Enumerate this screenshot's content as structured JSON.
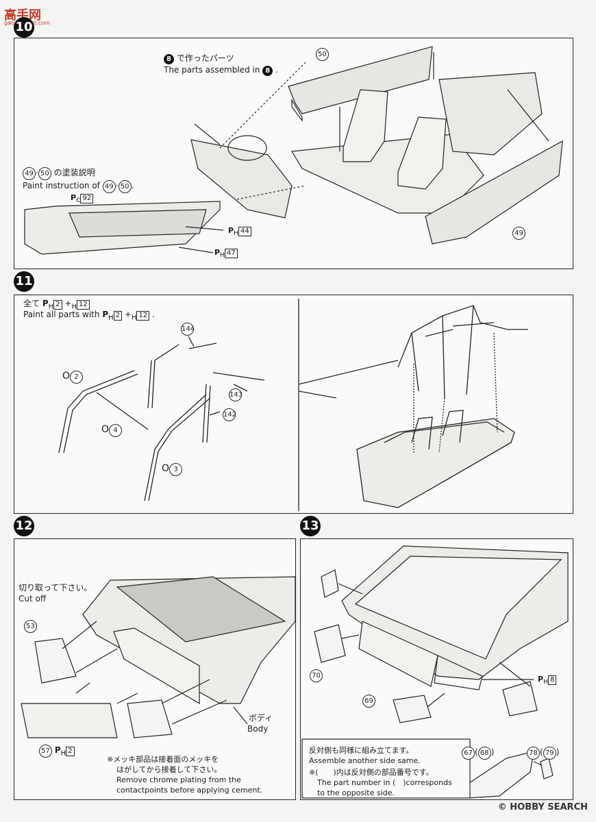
{
  "brand": {
    "logo_text": "高手网",
    "logo_sub": "gaoshounet.com",
    "watermark": "© HOBBY SEARCH"
  },
  "step10": {
    "step_label": "10",
    "made_in_jp": "で作ったパーツ",
    "made_in_en": "The parts assembled in",
    "ref_step": "8",
    "paint_title_jp": "の塗装説明",
    "paint_title_en": "Paint instruction of",
    "part_a": "49",
    "part_b": "50",
    "color_pc": "P",
    "color_pc_sub": "C",
    "color_pc_num": "92",
    "color_ph44": "44",
    "color_ph47": "47",
    "color_ph_sub": "H"
  },
  "step11": {
    "step_label": "11",
    "all_jp": "全て",
    "all_en": "Paint all parts with",
    "c1": "2",
    "c2": "12",
    "plus": "+",
    "parts": [
      {
        "label": "144"
      },
      {
        "label": "143"
      },
      {
        "label": "142"
      }
    ],
    "o2": "O",
    "o2n": "2",
    "o4": "O",
    "o4n": "4",
    "o3": "O",
    "o3n": "3"
  },
  "step12": {
    "step_label": "12",
    "cut_jp": "切り取って下さい。",
    "cut_en": "Cut off",
    "part53": "53",
    "part57": "57",
    "color57": "2",
    "body_jp": "ボディ",
    "body_en": "Body",
    "note_jp1": "※メッキ部品は接着面のメッキを",
    "note_jp2": "はがしてから接着して下さい。",
    "note_en1": "Remove chrome plating from the",
    "note_en2": "contactpoints before applying cement."
  },
  "step13": {
    "step_label": "13",
    "part70": "70",
    "part69": "69",
    "color8": "8",
    "same_jp": "反対側も同様に組み立てます。",
    "same_en": "Assemble another side same.",
    "note_jp": "※(　　)内は反対側の部品番号です。",
    "note_en1": "The part number in (　)corresponds",
    "note_en2": "to the opposite side.",
    "p67": "67",
    "p68": "68",
    "p78": "78",
    "p79": "79"
  }
}
